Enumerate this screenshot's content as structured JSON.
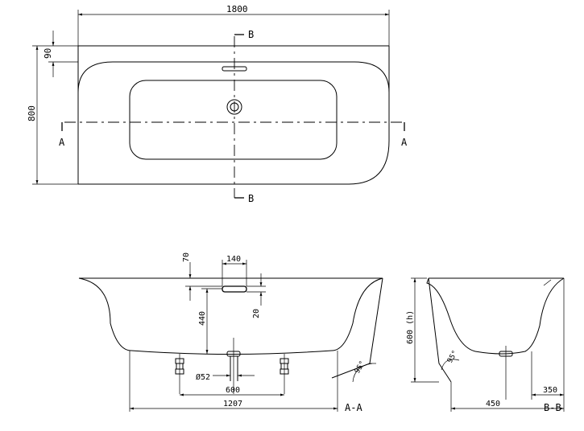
{
  "dimensions": {
    "overall_length": "1800",
    "overall_width": "800",
    "back_margin": "90",
    "rim_height": "70",
    "overflow_width": "140",
    "overflow_offset": "20",
    "overflow_depth": "440",
    "waste_diameter": "Ø52",
    "foot_spacing": "600",
    "foot_base_length": "1207",
    "total_height": "600 (h)",
    "side_offset_350": "350",
    "side_offset_450": "450"
  },
  "angles": {
    "end_slope": "95°",
    "side_slope": "95°"
  },
  "section_marks": {
    "a": "A",
    "b": "B"
  },
  "section_titles": {
    "front": "A-A",
    "side": "B-B"
  }
}
